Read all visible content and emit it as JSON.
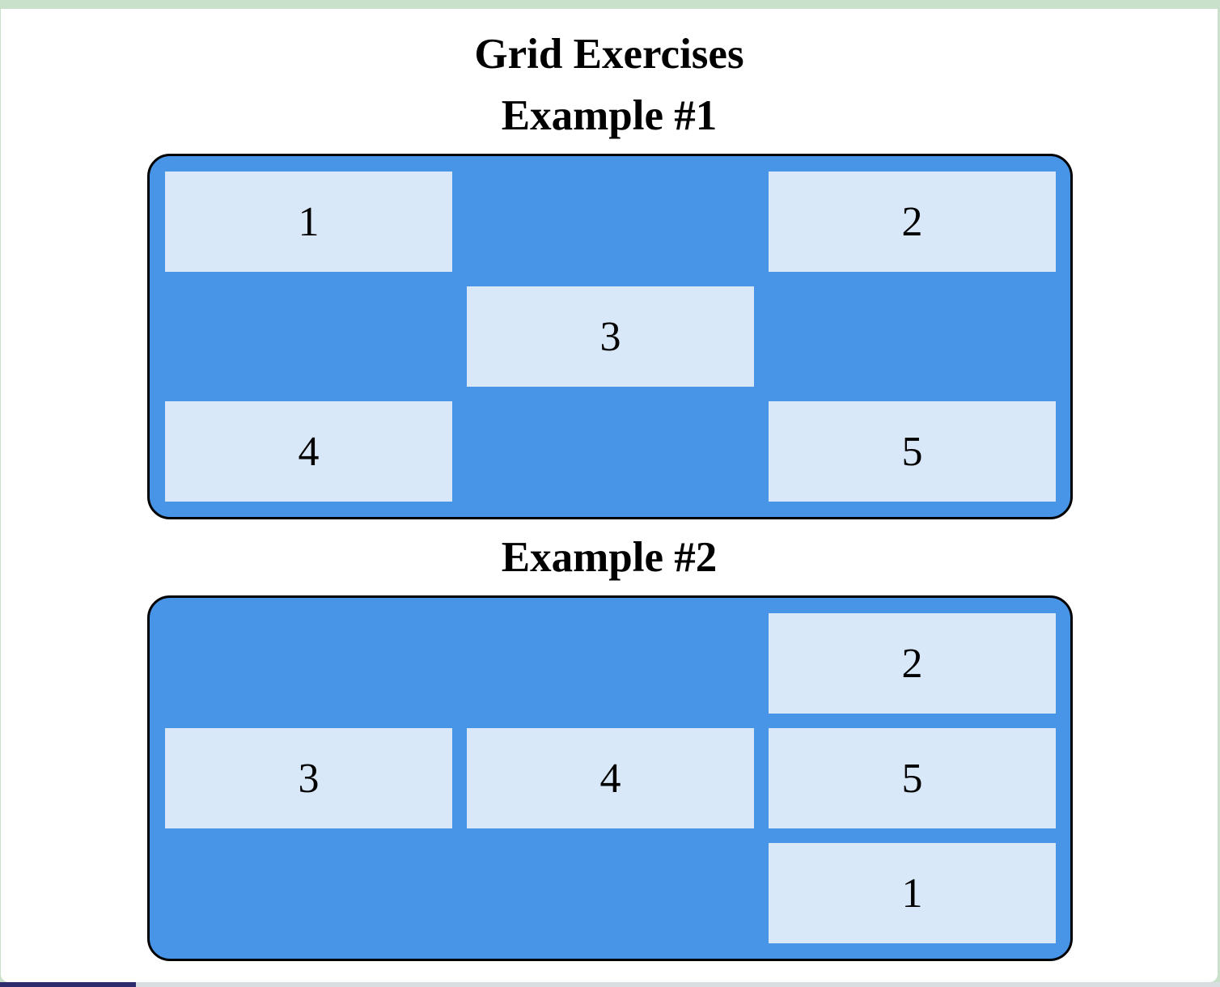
{
  "page": {
    "title": "Grid Exercises"
  },
  "examples": [
    {
      "heading": "Example #1",
      "items": [
        {
          "label": "1",
          "row": 1,
          "col": 1
        },
        {
          "label": "2",
          "row": 1,
          "col": 3
        },
        {
          "label": "3",
          "row": 2,
          "col": 2
        },
        {
          "label": "4",
          "row": 3,
          "col": 1
        },
        {
          "label": "5",
          "row": 3,
          "col": 3
        }
      ]
    },
    {
      "heading": "Example #2",
      "items": [
        {
          "label": "2",
          "row": 1,
          "col": 3
        },
        {
          "label": "3",
          "row": 2,
          "col": 1
        },
        {
          "label": "4",
          "row": 2,
          "col": 2
        },
        {
          "label": "5",
          "row": 2,
          "col": 3
        },
        {
          "label": "1",
          "row": 3,
          "col": 3
        }
      ]
    }
  ],
  "colors": {
    "container_bg": "#4895e8",
    "item_bg": "#d9e8f8",
    "border": "#000000"
  }
}
